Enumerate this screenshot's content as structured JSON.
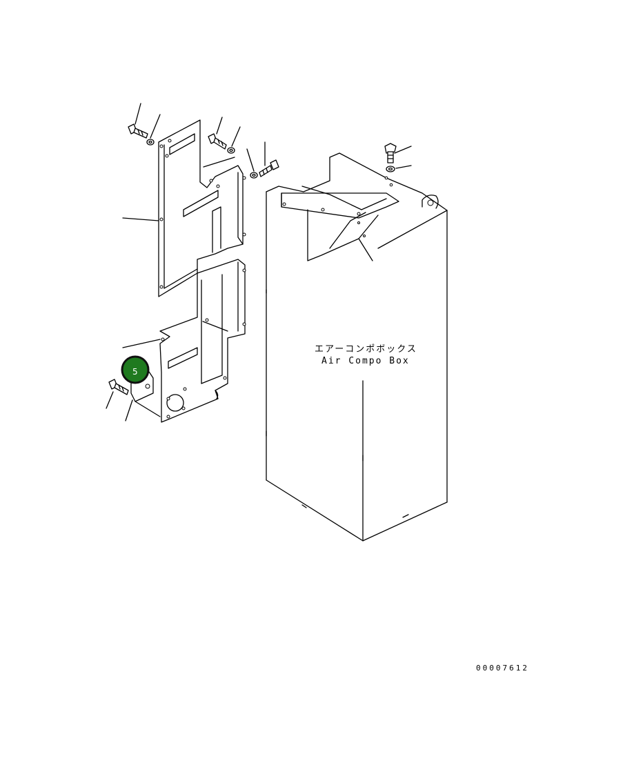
{
  "diagram": {
    "box_label_jp": "エアーコンポボックス",
    "box_label_en": "Air Compo Box",
    "drawing_code": "00007612"
  },
  "callouts": [
    {
      "number": "5",
      "color": "#1f7a1f",
      "border": "#111111"
    }
  ],
  "colors": {
    "line": "#000000",
    "background": "#ffffff"
  }
}
